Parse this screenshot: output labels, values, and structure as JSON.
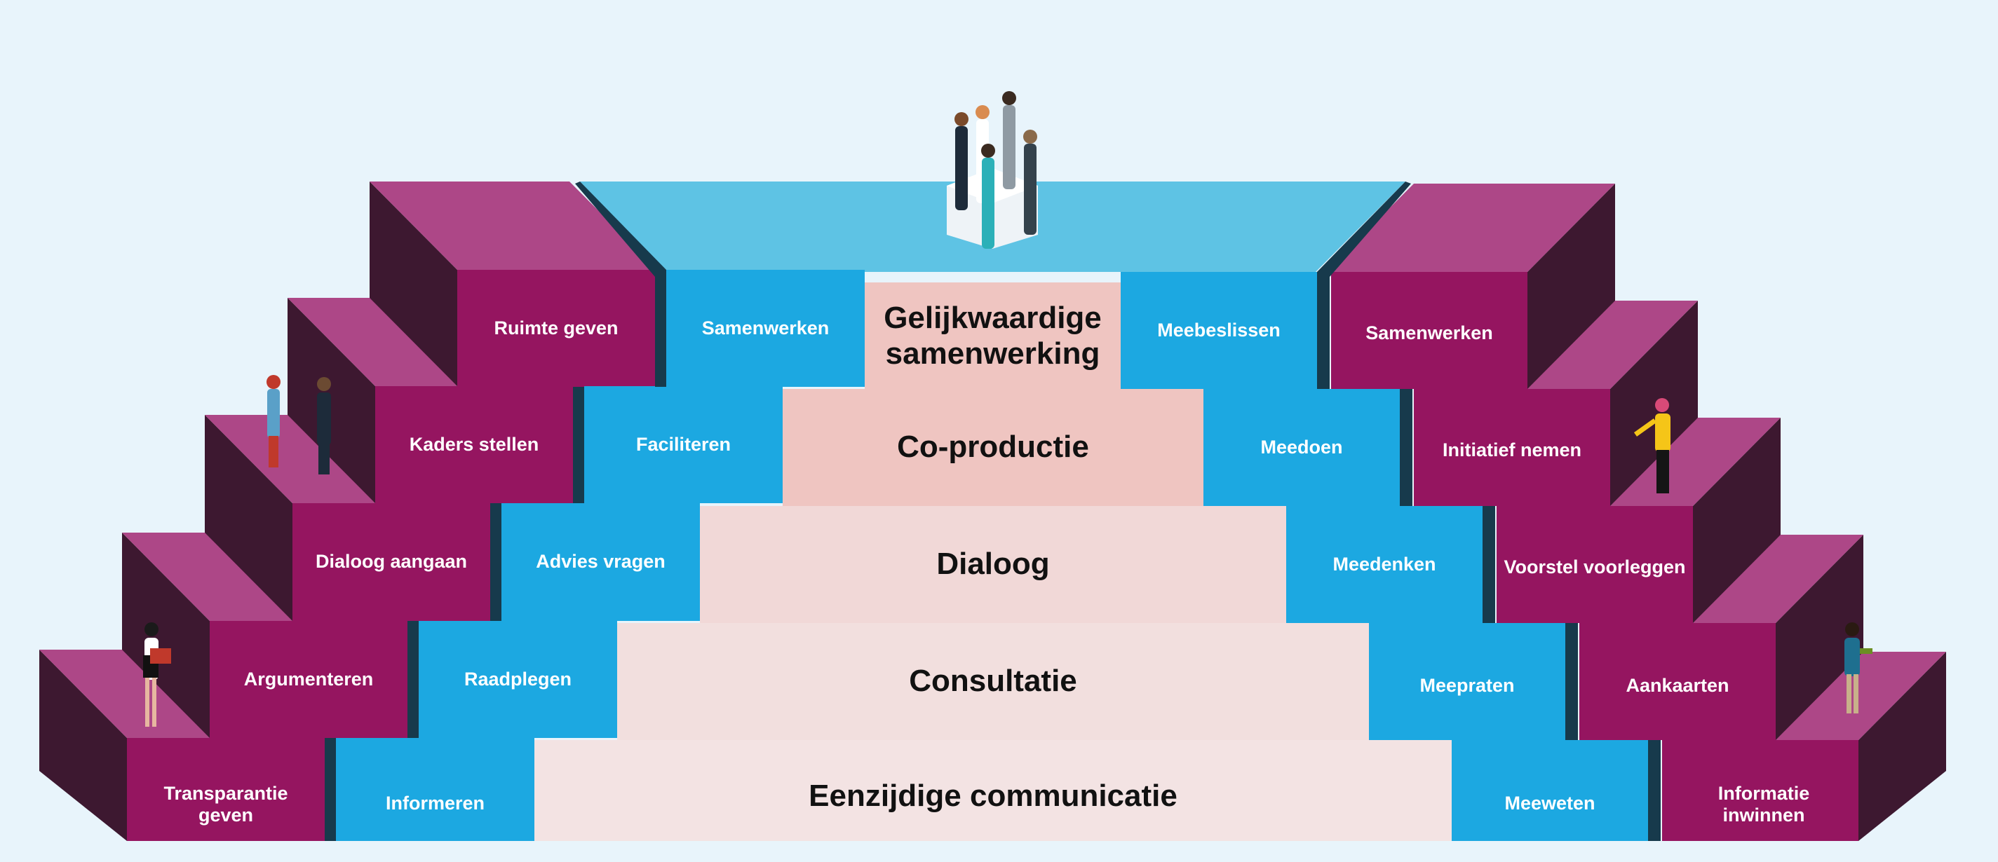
{
  "colors": {
    "background": "#e8f4fb",
    "magenta_front": "#951560",
    "magenta_top": "#ad4787",
    "magenta_side": "#3d1830",
    "blue_front": "#1ca8e1",
    "blue_top": "#5ec3e4",
    "blue_shadow": "#173a4c",
    "pink_1": "#efc5c1",
    "pink_2": "#f1d8d7",
    "pink_3": "#f2dfde",
    "pink_4": "#f3e3e3"
  },
  "center_levels": [
    "Gelijkwaardige samenwerking",
    "Co-productie",
    "Dialoog",
    "Consultatie",
    "Eenzijdige communicatie"
  ],
  "left_blue_steps": [
    "Samenwerken",
    "Faciliteren",
    "Advies vragen",
    "Raadplegen",
    "Informeren"
  ],
  "left_magenta_steps": [
    "Ruimte geven",
    "Kaders stellen",
    "Dialoog aangaan",
    "Argumenteren",
    "Transparantie geven"
  ],
  "right_blue_steps": [
    "Meebeslissen",
    "Meedoen",
    "Meedenken",
    "Meepraten",
    "Meeweten"
  ],
  "right_magenta_steps": [
    "Samenwerken",
    "Initiatief nemen",
    "Voorstel voorleggen",
    "Aankaarten",
    "Informatie inwinnen"
  ],
  "illustrations": [
    "team-at-table",
    "two-men-talking",
    "woman-with-books",
    "woman-waving",
    "man-standing"
  ]
}
